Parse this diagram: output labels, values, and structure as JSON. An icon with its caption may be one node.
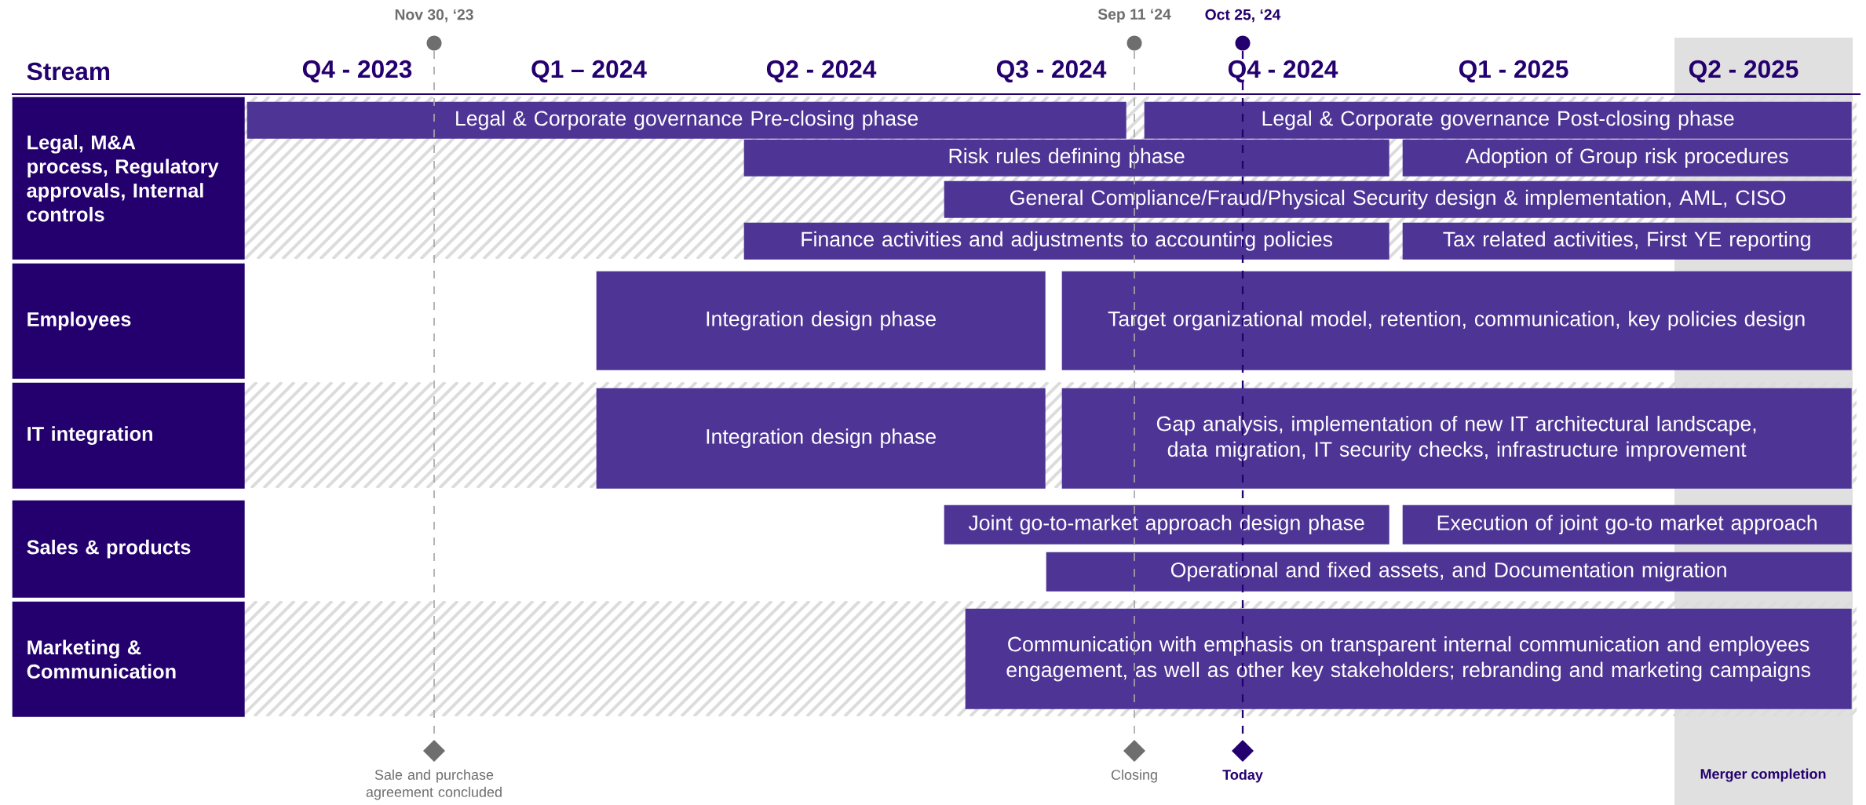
{
  "diagram": {
    "nodes": [
      {
        "text": [
          "Legal, M&A process, Regulatory approvals, Internal controls"
        ]
      },
      {
        "text": [
          "Legal & Corporate governance Pre-closing phase"
        ]
      },
      {
        "text": [
          "Legal & Corporate governance Post-closing phase"
        ]
      },
      {
        "text": [
          "Risk rules defining phase"
        ]
      },
      {
        "text": [
          "Adoption of Group risk procedures"
        ]
      },
      {
        "text": [
          "General Compliance/Fraud/Physical Security design & implementation, AML, CISO"
        ]
      },
      {
        "text": [
          "Finance activities and adjustments to accounting policies"
        ]
      },
      {
        "text": [
          "Tax related activities, First YE reporting"
        ]
      },
      {
        "text": [
          "Employees"
        ]
      },
      {
        "text": [
          "Integration design phase"
        ]
      },
      {
        "text": [
          "Target organizational model, retention, communication, key policies design"
        ]
      },
      {
        "text": [
          "IT integration"
        ]
      },
      {
        "text": [
          "Integration design phase"
        ]
      },
      {
        "text": [
          "Gap analysis, implementation of new IT architectural landscape, data migration, IT security checks, infrastructure improvement"
        ]
      },
      {
        "text": [
          "Sales & products"
        ]
      },
      {
        "text": [
          "Joint go-to-market approach design phase"
        ]
      },
      {
        "text": [
          "Execution of joint go-to market approach"
        ]
      },
      {
        "text": [
          "Operational and fixed assets, and Documentation migration"
        ]
      },
      {
        "text": [
          "Marketing & Communication"
        ]
      },
      {
        "text": [
          "Communication with emphasis on transparent internal communication and employees engagement, as well as other key stakeholders; rebranding and marketing campaigns"
        ]
      }
    ],
    "labels": [
      "Nov 30, ‘23",
      "Sep 11 ‘24",
      "Oct 25, ‘24",
      "Stream",
      "Q4 - 2023",
      "Q1 – 2024",
      "Q2 - 2024",
      "Q3 - 2024",
      "Q4 - 2024",
      "Q1 - 2025",
      "Q2 - 2025",
      "Sale and purchase agreement concluded",
      "Closing",
      "Today",
      "Merger completion"
    ]
  }
}
